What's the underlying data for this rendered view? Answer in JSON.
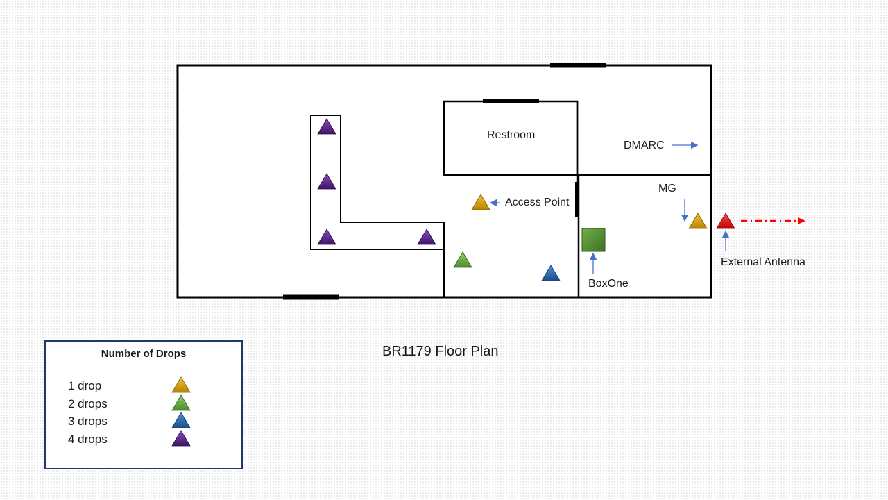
{
  "rooms": {
    "restroom": "Restroom",
    "dmarc": "DMARC",
    "mg": "MG",
    "access_point": "Access Point",
    "boxone": "BoxOne",
    "external_antenna": "External Antenna"
  },
  "plan_title": "BR1179 Floor Plan",
  "legend": {
    "title": "Number of Drops",
    "items": [
      {
        "label": "1 drop",
        "color": "#e0a800"
      },
      {
        "label": "2 drops",
        "color": "#70ad47"
      },
      {
        "label": "3 drops",
        "color": "#2e75b6"
      },
      {
        "label": "4 drops",
        "color": "#7030a0"
      }
    ]
  },
  "colors": {
    "wall": "#000000",
    "arrow": "#4472c4",
    "antenna": "#ff0000",
    "boxone": "#548235",
    "legend_border": "#1f3864"
  }
}
